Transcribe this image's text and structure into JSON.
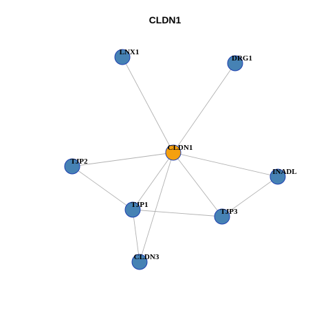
{
  "title": "CLDN1",
  "colors": {
    "hub_fill": "#f5a00f",
    "node_fill": "#4682b4",
    "node_stroke": "#1e3fb0",
    "edge": "#b0b0b0"
  },
  "graph": {
    "nodes": [
      {
        "id": "CLDN1",
        "label": "CLDN1",
        "hub": true
      },
      {
        "id": "LNX1",
        "label": "LNX1",
        "hub": false
      },
      {
        "id": "DRG1",
        "label": "DRG1",
        "hub": false
      },
      {
        "id": "TJP2",
        "label": "TJP2",
        "hub": false
      },
      {
        "id": "INADL",
        "label": "INADL",
        "hub": false
      },
      {
        "id": "TJP1",
        "label": "TJP1",
        "hub": false
      },
      {
        "id": "TJP3",
        "label": "TJP3",
        "hub": false
      },
      {
        "id": "CLDN3",
        "label": "CLDN3",
        "hub": false
      }
    ],
    "edges": [
      [
        "CLDN1",
        "LNX1"
      ],
      [
        "CLDN1",
        "DRG1"
      ],
      [
        "CLDN1",
        "TJP2"
      ],
      [
        "CLDN1",
        "INADL"
      ],
      [
        "CLDN1",
        "TJP1"
      ],
      [
        "CLDN1",
        "TJP3"
      ],
      [
        "CLDN1",
        "CLDN3"
      ],
      [
        "TJP2",
        "TJP1"
      ],
      [
        "TJP1",
        "TJP3"
      ],
      [
        "TJP1",
        "CLDN3"
      ],
      [
        "INADL",
        "TJP3"
      ]
    ]
  }
}
